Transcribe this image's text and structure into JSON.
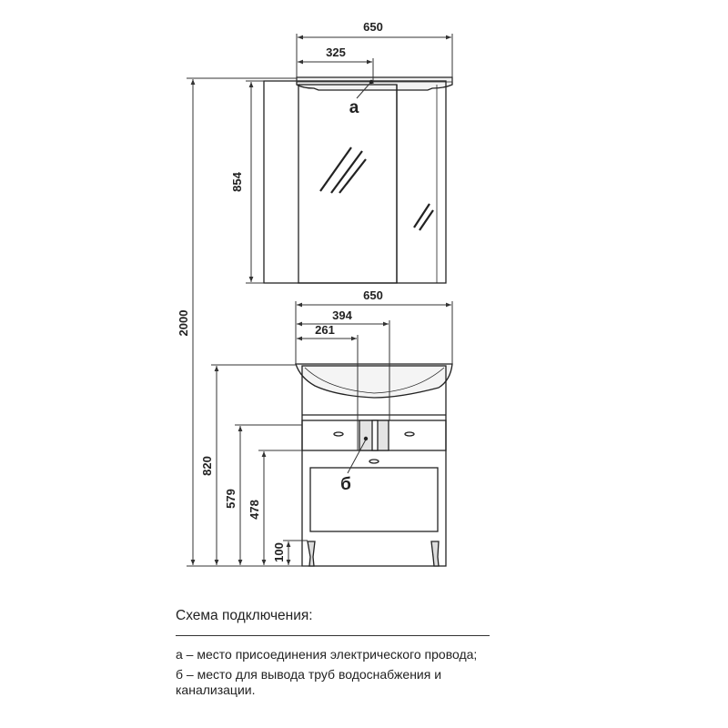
{
  "dimensions": {
    "mirror_width": "650",
    "mirror_half": "325",
    "mirror_height": "854",
    "vanity_width": "650",
    "dim_394": "394",
    "dim_261": "261",
    "total_height": "2000",
    "height_820": "820",
    "height_579": "579",
    "height_478": "478",
    "height_100": "100"
  },
  "markers": {
    "a": "а",
    "b": "б"
  },
  "legend": {
    "title": "Схема подключения:",
    "items": [
      "а – место присоединения электрического провода;",
      "б – место для вывода труб водоснабжения и канализации."
    ]
  },
  "colors": {
    "line": "#222222",
    "dim_line": "#444444",
    "background": "#ffffff"
  }
}
